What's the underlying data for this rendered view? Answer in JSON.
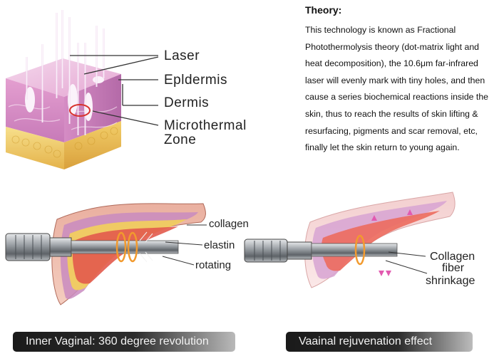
{
  "diagram": {
    "labels": {
      "laser": "Laser",
      "epidermis": "Epldermis",
      "dermis": "Dermis",
      "microthermal_line1": "Microthermal",
      "microthermal_line2": "Zone"
    }
  },
  "theory": {
    "title": "Theory:",
    "body": "This technology is known as Fractional Photothermolysis theory (dot-matrix light and heat decomposition), the 10.6μm far-infrared laser will evenly mark with tiny holes, and then cause a series biochemical reactions inside the skin, thus to reach the results of skin lifting & resurfacing, pigments and scar removal, etc, finally let the skin return to young again."
  },
  "left_device": {
    "labels": {
      "collagen": "collagen",
      "elastin": "elastin",
      "rotating": "rotating"
    },
    "caption": "Inner Vaginal: 360 degree revolution"
  },
  "right_device": {
    "labels": {
      "collagen": "Collagen",
      "fiber": "fiber",
      "shrinkage": "shrinkage"
    },
    "caption": "Vaainal rejuvenation effect"
  },
  "colors": {
    "tissue_pink": "#e8a0c8",
    "tissue_purple": "#c07ab8",
    "fat_yellow": "#f2c14e",
    "muscle_red": "#e2574a",
    "skin_tan": "#e9a98a",
    "metal": "#9a9ea3",
    "ring_orange": "#f29a2e"
  }
}
